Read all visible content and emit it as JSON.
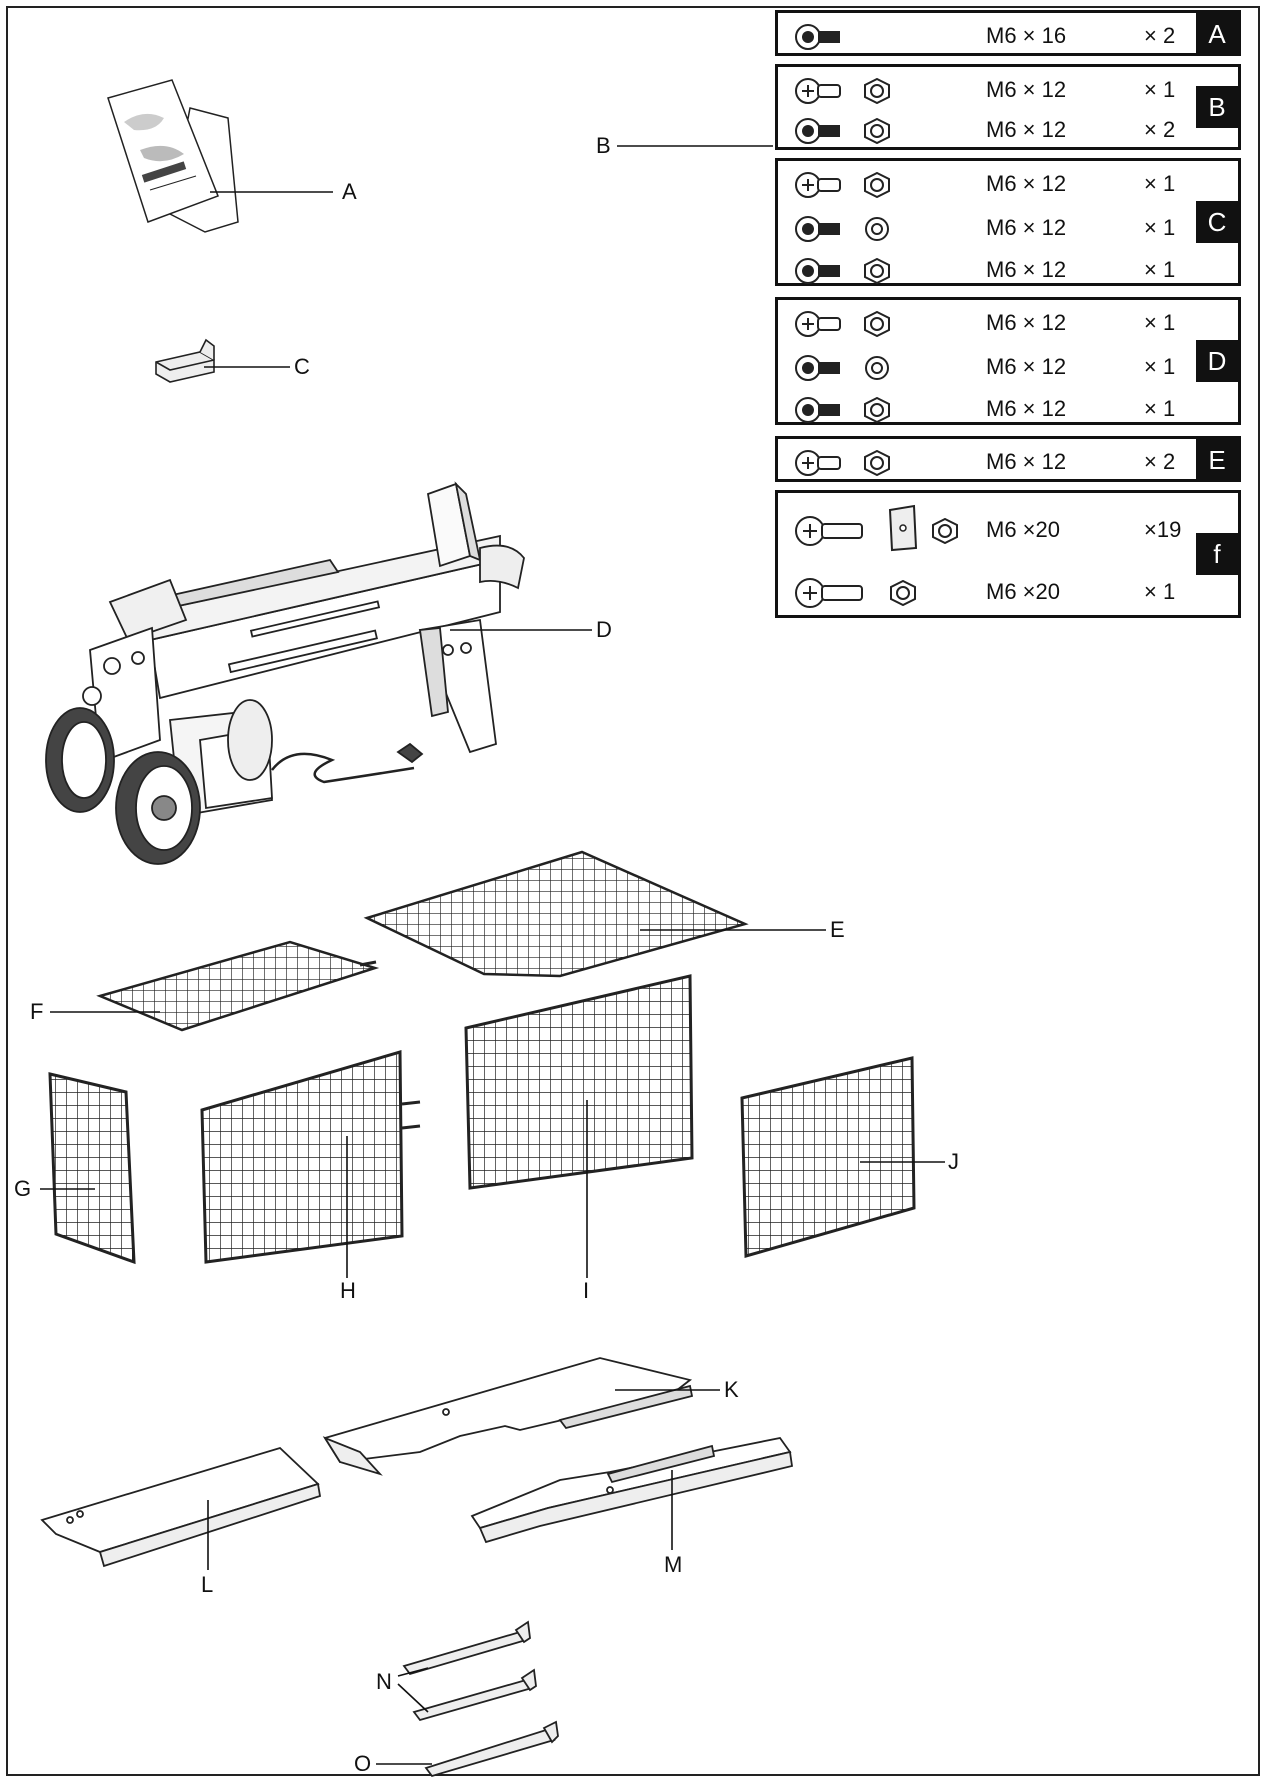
{
  "kits": [
    {
      "letter": "A",
      "rows": [
        {
          "size": "M6 × 16",
          "qty": "× 2"
        }
      ]
    },
    {
      "letter": "B",
      "rows": [
        {
          "size": "M6 × 12",
          "qty": "× 1"
        },
        {
          "size": "M6 × 12",
          "qty": "× 2"
        }
      ]
    },
    {
      "letter": "C",
      "rows": [
        {
          "size": "M6 × 12",
          "qty": "× 1"
        },
        {
          "size": "M6 × 12",
          "qty": "× 1"
        },
        {
          "size": "M6 × 12",
          "qty": "× 1"
        }
      ]
    },
    {
      "letter": "D",
      "rows": [
        {
          "size": "M6 × 12",
          "qty": "× 1"
        },
        {
          "size": "M6 × 12",
          "qty": "× 1"
        },
        {
          "size": "M6 × 12",
          "qty": "× 1"
        }
      ]
    },
    {
      "letter": "E",
      "rows": [
        {
          "size": "M6 × 12",
          "qty": "× 2"
        }
      ]
    },
    {
      "letter": "f",
      "rows": [
        {
          "size": "M6 ×20",
          "qty": "×19"
        },
        {
          "size": "M6 ×20",
          "qty": "× 1"
        }
      ]
    }
  ],
  "callouts": {
    "A": "A",
    "B": "B",
    "C": "C",
    "D": "D",
    "E": "E",
    "F": "F",
    "G": "G",
    "H": "H",
    "I": "I",
    "J": "J",
    "K": "K",
    "L": "L",
    "M": "M",
    "N": "N",
    "O": "O"
  }
}
